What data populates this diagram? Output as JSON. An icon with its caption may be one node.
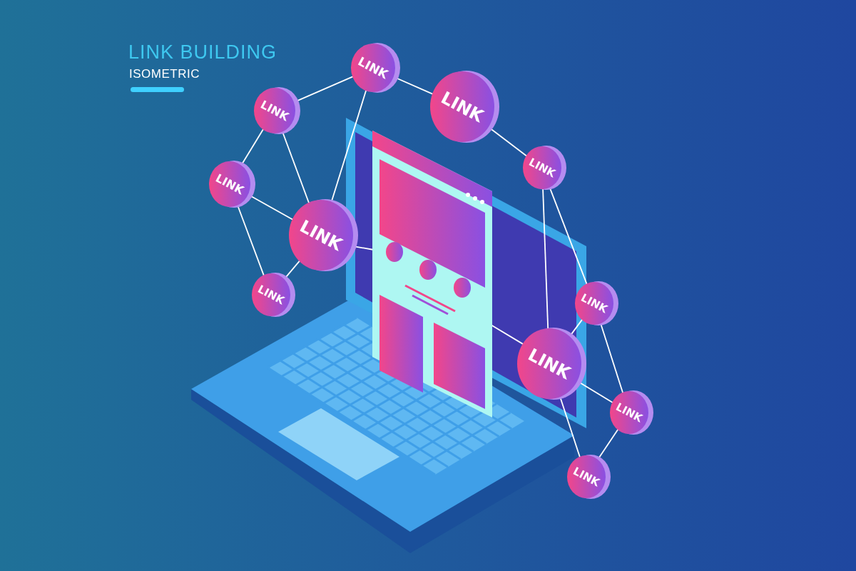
{
  "diagram": {
    "title": "LINK BUILDING",
    "nodes": [
      {
        "text": [
          "LINK"
        ]
      },
      {
        "text": [
          "LINK"
        ]
      },
      {
        "text": [
          "LINK"
        ]
      },
      {
        "text": [
          "LINK"
        ]
      },
      {
        "text": [
          "LINK"
        ]
      },
      {
        "text": [
          "LINK"
        ]
      },
      {
        "text": [
          "LINK"
        ]
      },
      {
        "text": [
          "LINK"
        ]
      },
      {
        "text": [
          "LINK"
        ]
      },
      {
        "text": [
          "LINK"
        ]
      },
      {
        "text": [
          "LINK"
        ]
      },
      {
        "text": [],
        "shape": "picture"
      }
    ],
    "edges": [
      {
        "from": 2,
        "to": 0,
        "arrow": "none"
      },
      {
        "from": 0,
        "to": 1,
        "arrow": "none"
      },
      {
        "from": 0,
        "to": 5,
        "arrow": "none"
      },
      {
        "from": 2,
        "to": 4,
        "arrow": "none"
      },
      {
        "from": 2,
        "to": 5,
        "arrow": "none"
      },
      {
        "from": 4,
        "to": 5,
        "arrow": "none"
      },
      {
        "from": 4,
        "to": 6,
        "arrow": "none"
      },
      {
        "from": 6,
        "to": 5,
        "arrow": "none"
      },
      {
        "from": 5,
        "to": 11,
        "arrow": "none"
      },
      {
        "from": 1,
        "to": 3,
        "arrow": "none"
      },
      {
        "from": 3,
        "to": 8,
        "arrow": "none"
      },
      {
        "from": 3,
        "to": 7,
        "arrow": "none"
      },
      {
        "from": 7,
        "to": 8,
        "arrow": "none"
      },
      {
        "from": 7,
        "to": 9,
        "arrow": "none"
      },
      {
        "from": 8,
        "to": 9,
        "arrow": "none"
      },
      {
        "from": 8,
        "to": 10,
        "arrow": "none"
      },
      {
        "from": 9,
        "to": 10,
        "arrow": "none"
      },
      {
        "from": 8,
        "to": 11,
        "arrow": "none"
      }
    ],
    "labels": [
      "ISOMETRIC"
    ]
  }
}
